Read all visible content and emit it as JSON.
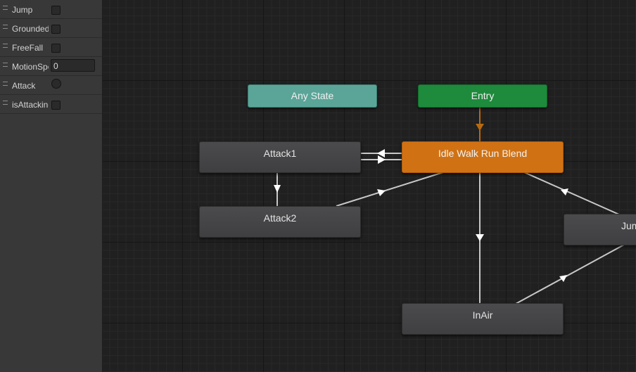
{
  "parameters": [
    {
      "name": "Jump",
      "type": "bool"
    },
    {
      "name": "Grounded",
      "type": "bool"
    },
    {
      "name": "FreeFall",
      "type": "bool"
    },
    {
      "name": "MotionSpeed",
      "type": "float",
      "value": "0"
    },
    {
      "name": "Attack",
      "type": "trigger"
    },
    {
      "name": "isAttacking",
      "type": "bool"
    }
  ],
  "states": {
    "any_state": "Any State",
    "entry": "Entry",
    "idle_walk_run": "Idle Walk Run Blend",
    "attack1": "Attack1",
    "attack2": "Attack2",
    "jump": "JumpStart",
    "inair": "InAir"
  },
  "colors": {
    "default_state": "#d07214",
    "entry": "#1e8a3c",
    "any_state": "#5aa598",
    "state": "#48484a",
    "transition": "#c8c8c8",
    "entry_transition": "#b86a10"
  }
}
